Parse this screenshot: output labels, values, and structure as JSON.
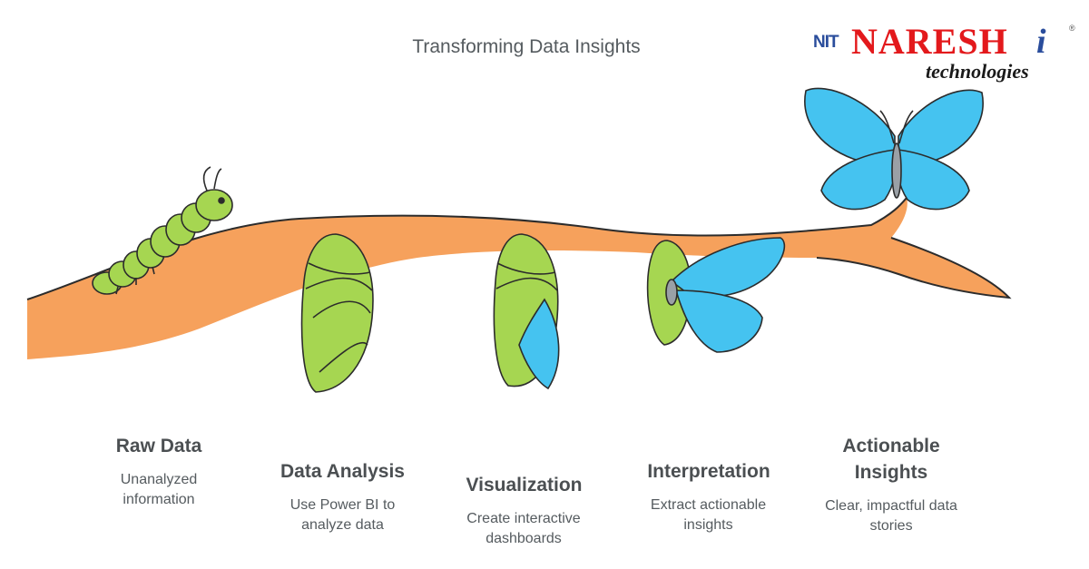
{
  "title": "Transforming Data Insights",
  "logo": {
    "mark": "NIT",
    "brand": "NARESH",
    "brand_suffix": "i",
    "registered": "®",
    "tagline": "technologies"
  },
  "stages": [
    {
      "name": "Raw Data",
      "description": "Unanalyzed information",
      "icon": "caterpillar-icon"
    },
    {
      "name": "Data Analysis",
      "description": "Use Power BI to analyze data",
      "icon": "cocoon-icon"
    },
    {
      "name": "Visualization",
      "description": "Create interactive dashboards",
      "icon": "chrysalis-icon"
    },
    {
      "name": "Interpretation",
      "description": "Extract actionable insights",
      "icon": "emerging-butterfly-icon"
    },
    {
      "name": "Actionable Insights",
      "description": "Clear, impactful data stories",
      "icon": "butterfly-icon"
    }
  ],
  "colors": {
    "branch": "#f6a15c",
    "branch_outline": "#2c2c2c",
    "cocoon_green": "#a6d651",
    "wing_blue": "#45c3f0",
    "heading_text": "#4b4f52",
    "body_text": "#555b5f",
    "logo_red": "#e3191c",
    "logo_blue": "#2a4d9c"
  }
}
